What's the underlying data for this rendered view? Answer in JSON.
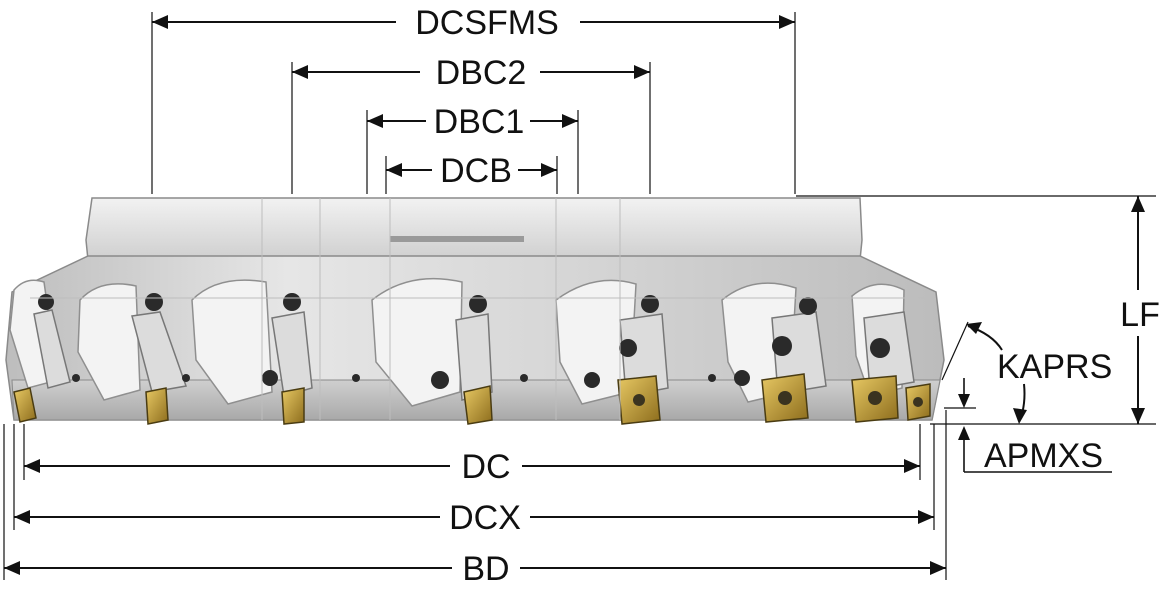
{
  "colors": {
    "line": "#111111",
    "body_light": "#e2e2e2",
    "body_mid": "#c9c9c9",
    "body_dark": "#9a9a9a",
    "insert_gold": "#c9a23a",
    "insert_dark": "#3a3320",
    "screw": "#2a2a2a"
  },
  "labels": {
    "dcsfms": "DCSFMS",
    "dbc2": "DBC2",
    "dbc1": "DBC1",
    "dcb": "DCB",
    "lf": "LF",
    "kaprs": "KAPRS",
    "apmxs": "APMXS",
    "dc": "DC",
    "dcx": "DCX",
    "bd": "BD"
  },
  "icons": [
    "milling-cutter-body",
    "cutting-insert",
    "clamp-screw",
    "arrowhead"
  ]
}
